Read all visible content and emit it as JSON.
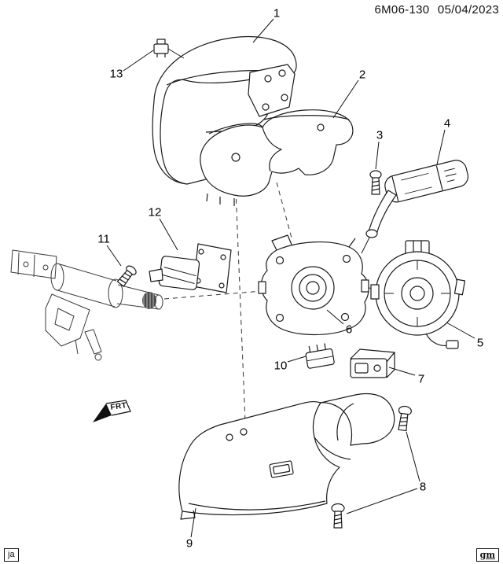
{
  "header": {
    "doc_number": "6M06-130",
    "date": "05/04/2023"
  },
  "diagram": {
    "frt_label": "FRT",
    "callouts": [
      {
        "num": "1"
      },
      {
        "num": "2"
      },
      {
        "num": "3"
      },
      {
        "num": "4"
      },
      {
        "num": "5"
      },
      {
        "num": "6"
      },
      {
        "num": "7"
      },
      {
        "num": "8"
      },
      {
        "num": "9"
      },
      {
        "num": "10"
      },
      {
        "num": "11"
      },
      {
        "num": "12"
      },
      {
        "num": "13"
      }
    ]
  },
  "footer": {
    "left_label": "ja",
    "right_label": "gm"
  }
}
